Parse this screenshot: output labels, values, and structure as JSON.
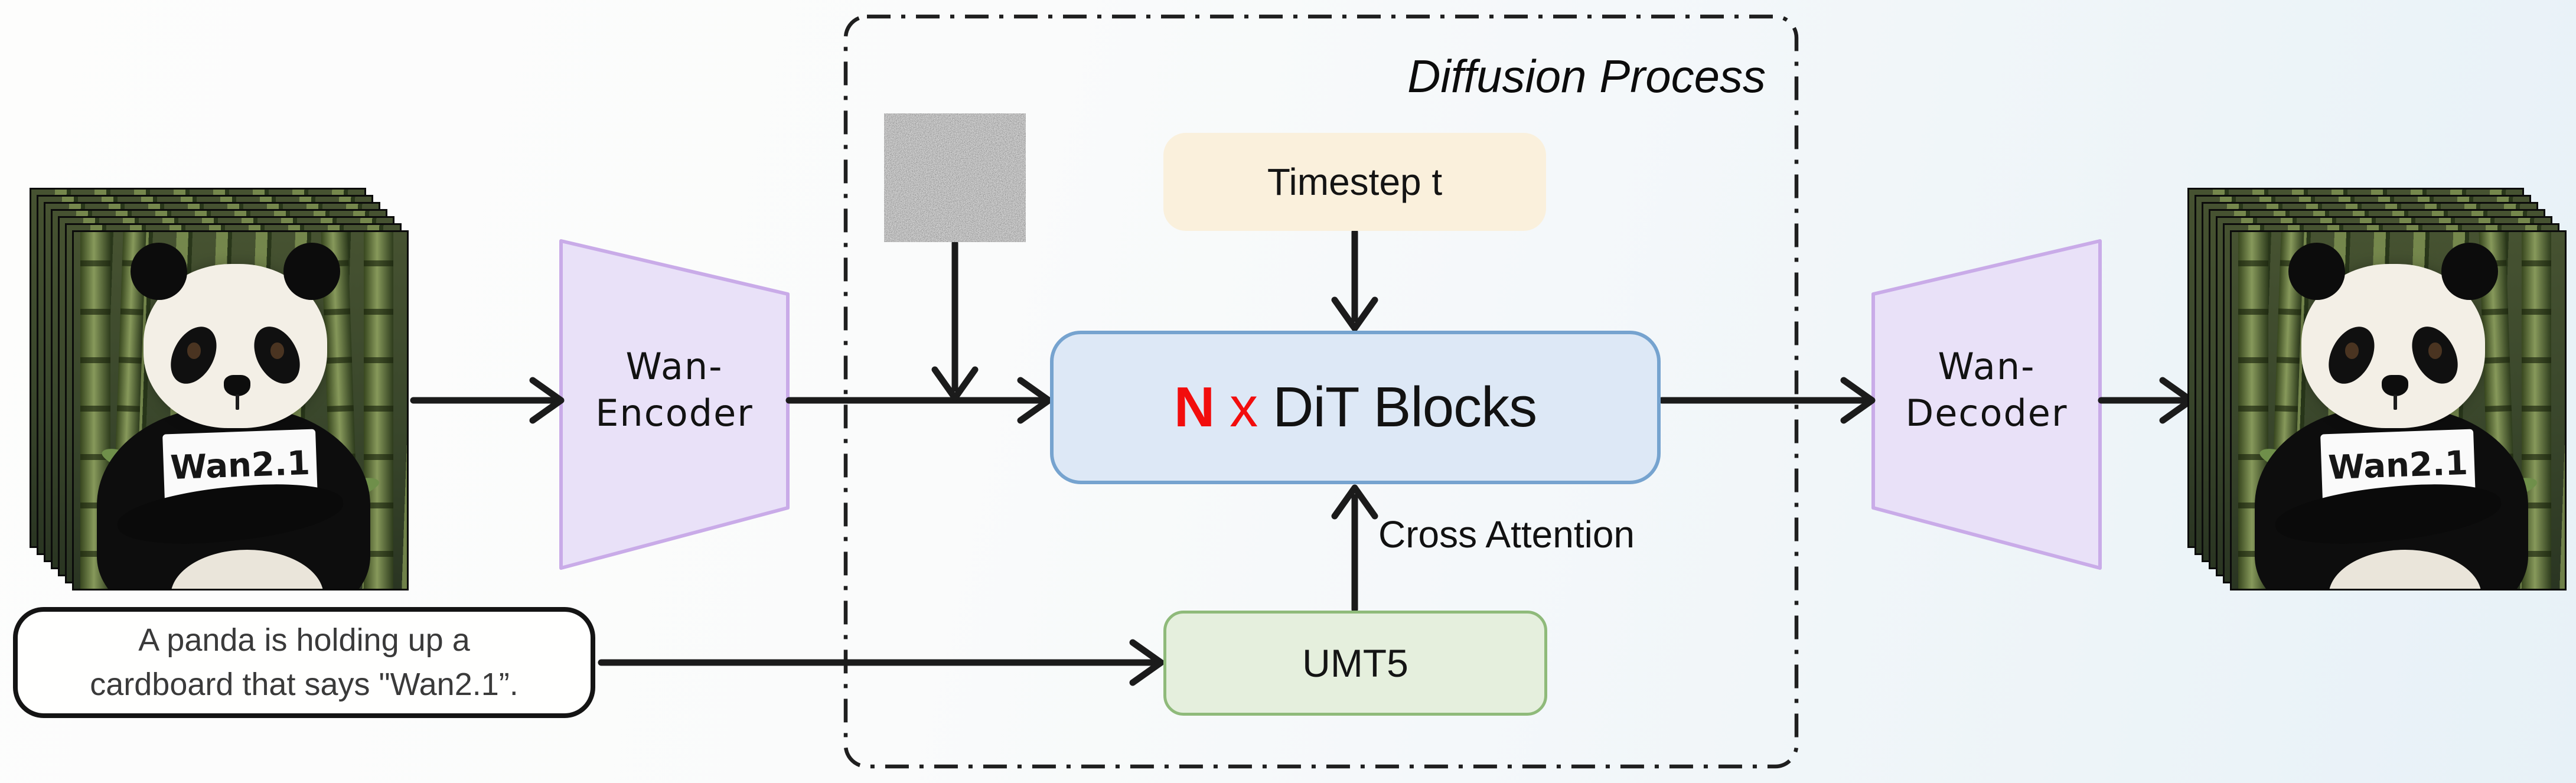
{
  "figure": {
    "diffusion_process_label": "Diffusion Process",
    "input_video": {
      "sign_text": "Wan2.1"
    },
    "output_video": {
      "sign_text": "Wan2.1"
    },
    "prompt": {
      "line1": "A panda is holding up a",
      "line2": "cardboard that says \"Wan2.1”."
    },
    "encoder": {
      "line1": "Wan-",
      "line2": "Encoder"
    },
    "decoder": {
      "line1": "Wan-",
      "line2": "Decoder"
    },
    "timestep_label": "Timestep t",
    "dit_block": {
      "count": "N",
      "multiplier": "x",
      "label": "DiT Blocks"
    },
    "cross_attention_label": "Cross Attention",
    "umt5_label": "UMT5",
    "colors": {
      "dit_fill": "#dde8f6",
      "dit_border": "#76a3cf",
      "dit_count_red": "#f20d0d",
      "timestep_fill": "#faf0dc",
      "umt5_fill": "#e5efdd",
      "umt5_border": "#8fba7a",
      "vae_fill": "#e9e1f8",
      "vae_border": "#c9abe8",
      "arrow": "#1b1b1b",
      "background_tint": "#e7f1f7"
    }
  }
}
